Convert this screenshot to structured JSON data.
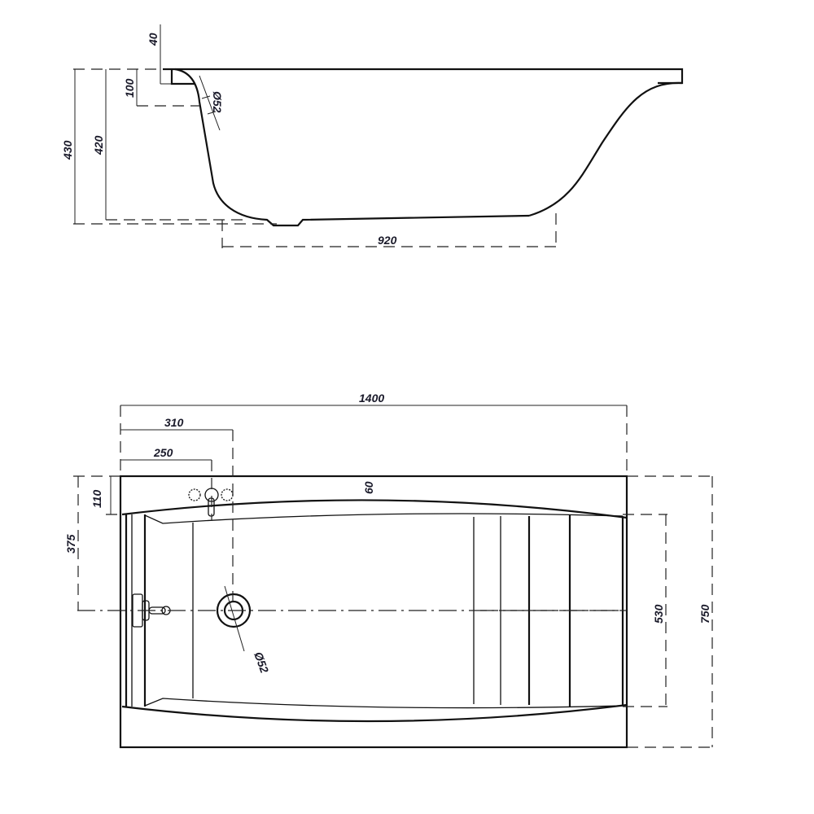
{
  "side_view": {
    "dims": {
      "rim_thickness": "40",
      "overflow_height": "100",
      "overflow_diameter": "Ø52",
      "total_height": "430",
      "inner_depth": "420",
      "bottom_length": "920"
    }
  },
  "plan_view": {
    "dims": {
      "length": "1400",
      "tap_center": "310",
      "tap_offset": "250",
      "rim_width": "110",
      "drain_offset": "375",
      "rim_side": "60",
      "drain_diameter": "Ø52",
      "inner_width": "530",
      "width": "750"
    }
  }
}
